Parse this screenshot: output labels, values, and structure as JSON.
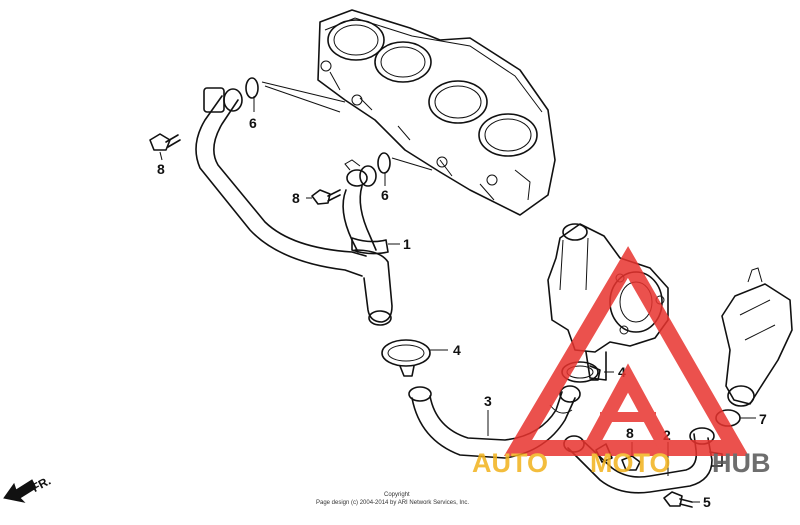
{
  "callouts": [
    {
      "id": "hose-1",
      "label": "1"
    },
    {
      "id": "pipe-2",
      "label": "2"
    },
    {
      "id": "hose-3",
      "label": "3"
    },
    {
      "id": "clamp-4-upper",
      "label": "4"
    },
    {
      "id": "clamp-4-lower",
      "label": "4"
    },
    {
      "id": "bolt-5",
      "label": "5"
    },
    {
      "id": "oring-6-upper",
      "label": "6"
    },
    {
      "id": "oring-6-lower",
      "label": "6"
    },
    {
      "id": "oring-7",
      "label": "7"
    },
    {
      "id": "bolt-8-left",
      "label": "8"
    },
    {
      "id": "bolt-8-mid",
      "label": "8"
    },
    {
      "id": "bolt-8-lower",
      "label": "8"
    }
  ],
  "direction_label": "FR.",
  "copyright": {
    "line1": "Copyright",
    "line2": "Page design (c) 2004-2014 by ARI Network Services, Inc."
  },
  "watermark": {
    "word_a": "AUTO",
    "word_b": "MOTO",
    "word_c": "HUB",
    "colors": {
      "red": "#e8332e",
      "gold": "#f2b21c",
      "grey": "#555555"
    }
  }
}
